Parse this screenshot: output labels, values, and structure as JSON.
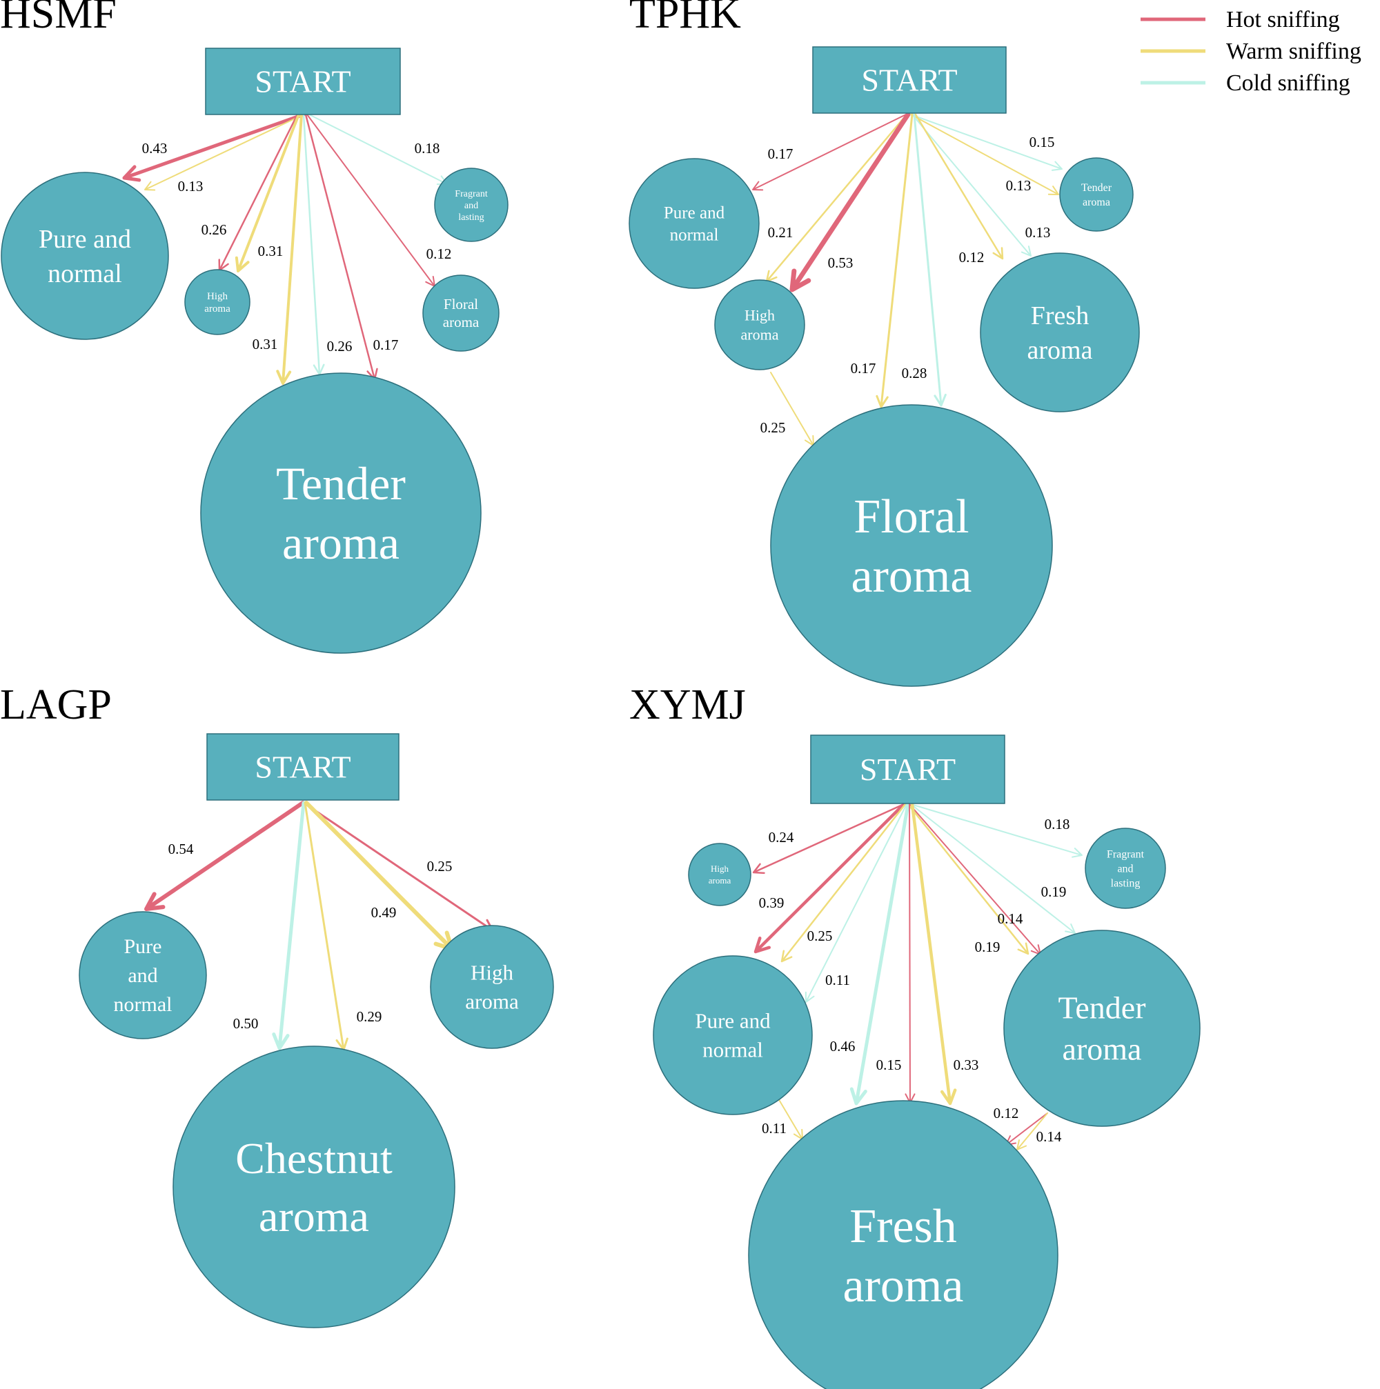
{
  "colors": {
    "hot": "#e0677a",
    "warm": "#efdc7a",
    "cold": "#bdf1e6",
    "node_fill": "#58b0bd",
    "node_stroke": "#2c6f7c"
  },
  "legend": [
    {
      "key": "hot",
      "label": "Hot sniffing"
    },
    {
      "key": "warm",
      "label": "Warm sniffing"
    },
    {
      "key": "cold",
      "label": "Cold sniffing"
    }
  ],
  "panels": [
    {
      "id": "hsmf",
      "title": "HSMF",
      "start_label": "START",
      "nodes": [
        {
          "id": "pure",
          "lines": [
            "Pure and",
            "normal"
          ]
        },
        {
          "id": "high",
          "lines": [
            "High",
            "aroma"
          ]
        },
        {
          "id": "fragrant",
          "lines": [
            "Fragrant",
            "and",
            "lasting"
          ]
        },
        {
          "id": "floral",
          "lines": [
            "Floral",
            "aroma"
          ]
        },
        {
          "id": "tender",
          "lines": [
            "Tender",
            "aroma"
          ]
        }
      ],
      "edges": [
        {
          "from": "START",
          "to": "pure",
          "type": "hot",
          "value": "0.43"
        },
        {
          "from": "START",
          "to": "pure",
          "type": "warm",
          "value": "0.13"
        },
        {
          "from": "START",
          "to": "high",
          "type": "hot",
          "value": "0.26"
        },
        {
          "from": "START",
          "to": "high",
          "type": "warm",
          "value": "0.31"
        },
        {
          "from": "START",
          "to": "tender",
          "type": "warm",
          "value": "0.31"
        },
        {
          "from": "START",
          "to": "tender",
          "type": "cold",
          "value": "0.26"
        },
        {
          "from": "START",
          "to": "tender",
          "type": "hot",
          "value": "0.17"
        },
        {
          "from": "START",
          "to": "floral",
          "type": "hot",
          "value": "0.12"
        },
        {
          "from": "START",
          "to": "fragrant",
          "type": "cold",
          "value": "0.18"
        }
      ]
    },
    {
      "id": "tphk",
      "title": "TPHK",
      "start_label": "START",
      "nodes": [
        {
          "id": "pure",
          "lines": [
            "Pure and",
            "normal"
          ]
        },
        {
          "id": "high",
          "lines": [
            "High",
            "aroma"
          ]
        },
        {
          "id": "tender",
          "lines": [
            "Tender",
            "aroma"
          ]
        },
        {
          "id": "fresh",
          "lines": [
            "Fresh",
            "aroma"
          ]
        },
        {
          "id": "floral",
          "lines": [
            "Floral",
            "aroma"
          ]
        }
      ],
      "edges": [
        {
          "from": "START",
          "to": "pure",
          "type": "hot",
          "value": "0.17"
        },
        {
          "from": "START",
          "to": "high",
          "type": "warm",
          "value": "0.21"
        },
        {
          "from": "START",
          "to": "high",
          "type": "hot",
          "value": "0.53"
        },
        {
          "from": "START",
          "to": "tender",
          "type": "cold",
          "value": "0.15"
        },
        {
          "from": "START",
          "to": "tender",
          "type": "warm",
          "value": "0.13"
        },
        {
          "from": "START",
          "to": "fresh",
          "type": "cold",
          "value": "0.13"
        },
        {
          "from": "START",
          "to": "fresh",
          "type": "warm",
          "value": "0.17"
        },
        {
          "from": "START",
          "to": "floral",
          "type": "cold",
          "value": "0.28"
        },
        {
          "from": "START",
          "to": "floral",
          "type": "warm",
          "value": "0.25"
        },
        {
          "from": "high",
          "to": "floral",
          "type": "warm",
          "value": "0.12"
        }
      ]
    },
    {
      "id": "lagp",
      "title": "LAGP",
      "start_label": "START",
      "nodes": [
        {
          "id": "pure",
          "lines": [
            "Pure",
            "and",
            "normal"
          ]
        },
        {
          "id": "high",
          "lines": [
            "High",
            "aroma"
          ]
        },
        {
          "id": "chestnut",
          "lines": [
            "Chestnut",
            "aroma"
          ]
        }
      ],
      "edges": [
        {
          "from": "START",
          "to": "pure",
          "type": "hot",
          "value": "0.54"
        },
        {
          "from": "START",
          "to": "high",
          "type": "hot",
          "value": "0.25"
        },
        {
          "from": "START",
          "to": "high",
          "type": "warm",
          "value": "0.49"
        },
        {
          "from": "START",
          "to": "chestnut",
          "type": "cold",
          "value": "0.50"
        },
        {
          "from": "START",
          "to": "chestnut",
          "type": "warm",
          "value": "0.29"
        }
      ]
    },
    {
      "id": "xymj",
      "title": "XYMJ",
      "start_label": "START",
      "nodes": [
        {
          "id": "high",
          "lines": [
            "High",
            "aroma"
          ]
        },
        {
          "id": "fragrant",
          "lines": [
            "Fragrant",
            "and",
            "lasting"
          ]
        },
        {
          "id": "pure",
          "lines": [
            "Pure and",
            "normal"
          ]
        },
        {
          "id": "tender",
          "lines": [
            "Tender",
            "aroma"
          ]
        },
        {
          "id": "fresh",
          "lines": [
            "Fresh",
            "aroma"
          ]
        }
      ],
      "edges": [
        {
          "from": "START",
          "to": "high",
          "type": "hot",
          "value": "0.24"
        },
        {
          "from": "START",
          "to": "fragrant",
          "type": "cold",
          "value": "0.18"
        },
        {
          "from": "START",
          "to": "pure",
          "type": "hot",
          "value": "0.39"
        },
        {
          "from": "START",
          "to": "pure",
          "type": "warm",
          "value": "0.25"
        },
        {
          "from": "START",
          "to": "pure",
          "type": "cold",
          "value": "0.11"
        },
        {
          "from": "START",
          "to": "tender",
          "type": "cold",
          "value": "0.19"
        },
        {
          "from": "START",
          "to": "tender",
          "type": "hot",
          "value": "0.14"
        },
        {
          "from": "START",
          "to": "tender",
          "type": "warm",
          "value": "0.19"
        },
        {
          "from": "START",
          "to": "fresh",
          "type": "cold",
          "value": "0.46"
        },
        {
          "from": "START",
          "to": "fresh",
          "type": "hot",
          "value": "0.15"
        },
        {
          "from": "START",
          "to": "fresh",
          "type": "warm",
          "value": "0.33"
        },
        {
          "from": "pure",
          "to": "fresh",
          "type": "warm",
          "value": "0.11"
        },
        {
          "from": "tender",
          "to": "fresh",
          "type": "hot",
          "value": "0.12"
        },
        {
          "from": "tender",
          "to": "fresh",
          "type": "warm",
          "value": "0.14"
        }
      ]
    }
  ]
}
